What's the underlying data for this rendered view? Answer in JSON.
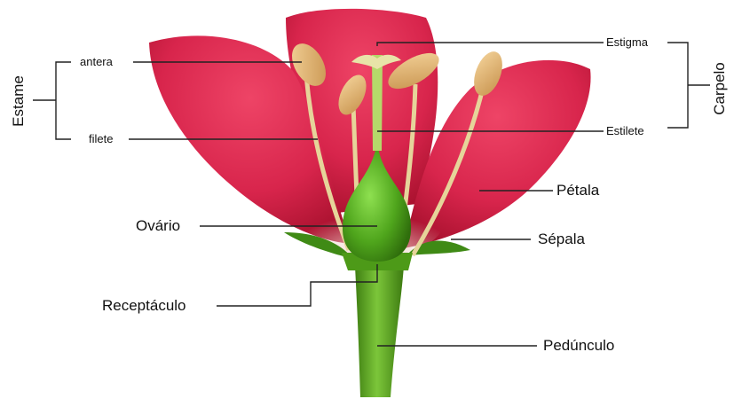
{
  "labels": {
    "antera": "antera",
    "filete": "filete",
    "estigma": "Estigma",
    "estilete": "Estilete",
    "petala": "Pétala",
    "ovario": "Ovário",
    "sepala": "Sépala",
    "receptaculo": "Receptáculo",
    "pedunculo": "Pedúnculo"
  },
  "groups": {
    "estame": "Estame",
    "carpelo": "Carpelo"
  },
  "colors": {
    "petal": "#d8254c",
    "petal_dark": "#a8112e",
    "stem": "#5aa91c",
    "stem_dark": "#3f7f12",
    "anther": "#e2b878",
    "filament": "#e6d49a",
    "leader_line": "#222222"
  }
}
